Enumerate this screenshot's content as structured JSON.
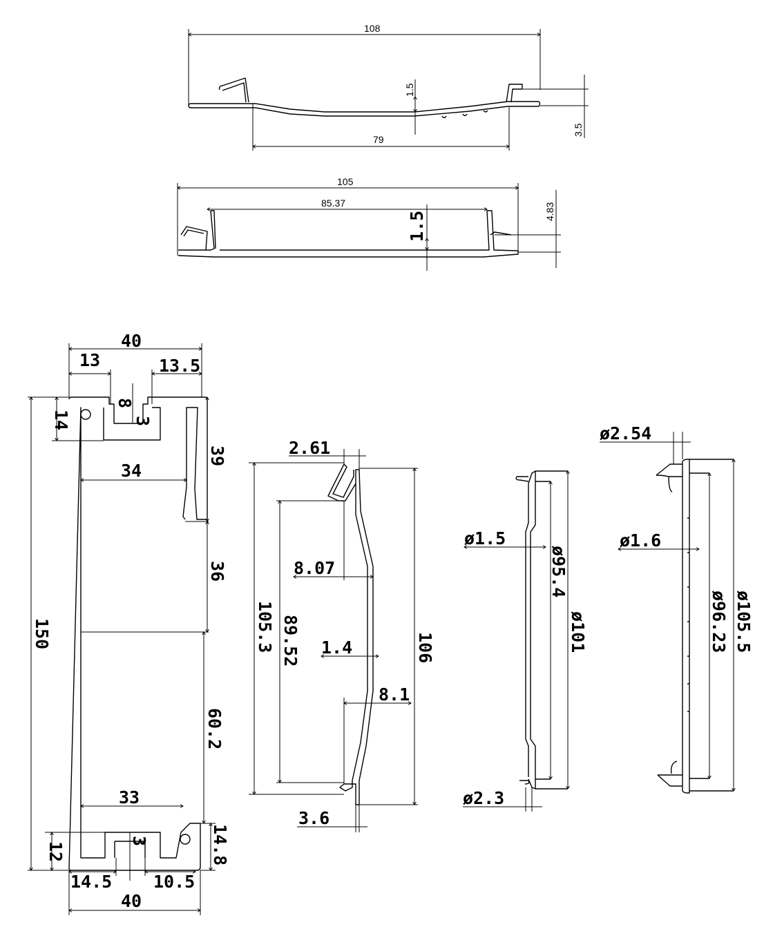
{
  "profile_top": {
    "width": "108",
    "thickness": "1.5",
    "height": "3.5",
    "inner_width": "79"
  },
  "profile_second": {
    "width": "105",
    "inner_width": "85.37",
    "thickness": "1.5",
    "height": "4.83"
  },
  "profile_left": {
    "top_width": "40",
    "top_left": "13",
    "top_right": "13.5",
    "top_slot_height": "14",
    "top_slot_depth": "8",
    "top_slot_width": "3",
    "right_upper": "39",
    "inner_upper": "34",
    "right_middle": "36",
    "total_height": "150",
    "right_lower": "60.2",
    "inner_lower": "33",
    "bottom_slot_height": "12",
    "bottom_slot_width": "3",
    "bottom_right": "14.8",
    "bottom_left": "14.5",
    "bottom_right_width": "10.5",
    "bottom_width": "40"
  },
  "profile_middle": {
    "top_offset": "2.61",
    "upper_offset": "8.07",
    "outer_height": "105.3",
    "inner_height": "89.52",
    "thickness": "1.4",
    "total_height": "106",
    "lower_offset": "8.1",
    "bottom_offset": "3.6"
  },
  "profile_right1": {
    "thickness": "ø1.5",
    "inner": "ø95.4",
    "outer": "ø101",
    "lip": "ø2.3"
  },
  "profile_right2": {
    "lip": "ø2.54",
    "thickness": "ø1.6",
    "inner": "ø96.23",
    "outer": "ø105.5"
  }
}
